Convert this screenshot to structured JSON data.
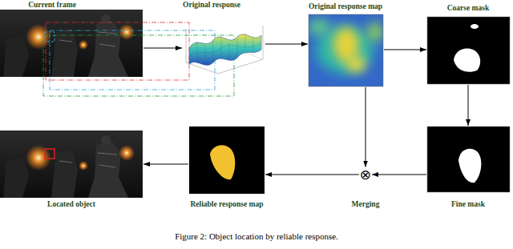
{
  "diagram": {
    "caption": "Figure 2: Object location by reliable response.",
    "nodes": [
      {
        "text": [
          "Current frame"
        ]
      },
      {
        "text": [
          "Original response"
        ]
      },
      {
        "text": [
          "Original response map"
        ]
      },
      {
        "text": [
          "Coarse mask"
        ]
      },
      {
        "text": [
          "Fine mask"
        ]
      },
      {
        "text": [
          "⊗",
          "Merging"
        ]
      },
      {
        "text": [
          "Reliable response map"
        ]
      },
      {
        "text": [
          "Located object"
        ]
      }
    ],
    "edges": [
      {
        "from": 0,
        "to": 1,
        "arrow": "to"
      },
      {
        "from": 1,
        "to": 2,
        "arrow": "to"
      },
      {
        "from": 2,
        "to": 3,
        "arrow": "to"
      },
      {
        "from": 3,
        "to": 4,
        "arrow": "to"
      },
      {
        "from": 2,
        "to": 5,
        "arrow": "to"
      },
      {
        "from": 4,
        "to": 5,
        "arrow": "to"
      },
      {
        "from": 5,
        "to": 6,
        "arrow": "to"
      },
      {
        "from": 6,
        "to": 7,
        "arrow": "to"
      }
    ]
  }
}
